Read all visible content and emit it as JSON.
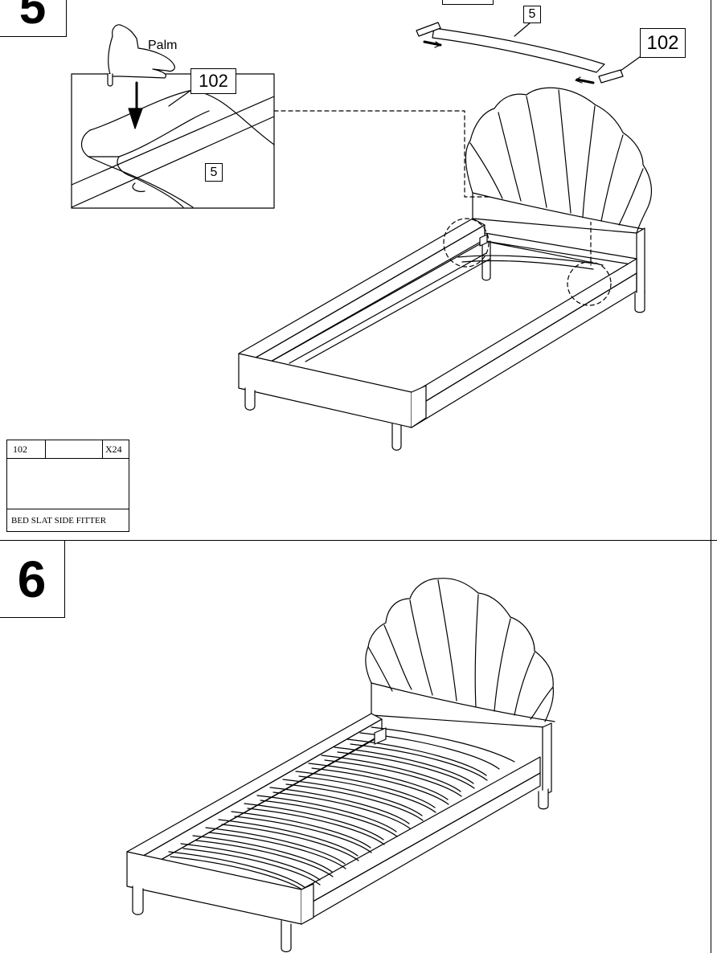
{
  "steps": {
    "step5_number": "5",
    "step6_number": "6"
  },
  "labels": {
    "palm": "Palm",
    "detail_part_102": "102",
    "detail_part_5": "5",
    "slat_part_5": "5",
    "fitter_part_102": "102"
  },
  "part_card": {
    "part_number": "102",
    "quantity": "X24",
    "name": "BED SLAT SIDE FITTER"
  }
}
